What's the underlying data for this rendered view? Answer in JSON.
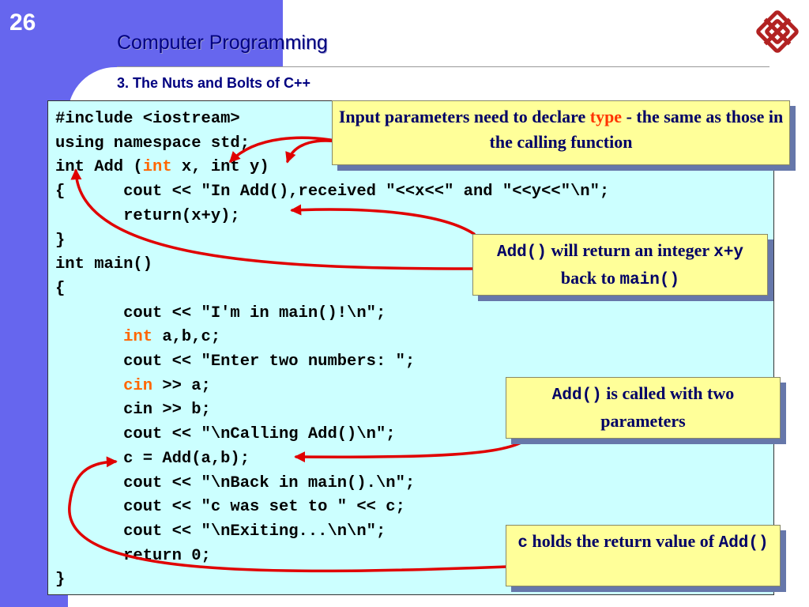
{
  "slide": {
    "number": "26",
    "title": "Computer Programming",
    "subtitle": "3. The Nuts and Bolts of C++"
  },
  "colors": {
    "accent_blue": "#6666ee",
    "code_background": "#ccffff",
    "callout_background": "#ffff99",
    "keyword_orange": "#ff6600",
    "arrow_red": "#e00000",
    "title_navy": "#000080"
  },
  "logo": {
    "icon": "university-logo-icon"
  },
  "code_lines": [
    "#include <iostream>",
    "using namespace std;",
    "int Add (int x, int y)",
    "{      cout << \"In Add(),received \"<<x<<\" and \"<<y<<\"\\n\";",
    "       return(x+y);",
    "}",
    "int main()",
    "{",
    "       cout << \"I'm in main()!\\n\";",
    "       int a,b,c;",
    "       cout << \"Enter two numbers: \";",
    "       cin >> a;",
    "       cin >> b;",
    "       cout << \"\\nCalling Add()\\n\";",
    "       c = Add(a,b);",
    "       cout << \"\\nBack in main().\\n\";",
    "       cout << \"c was set to \" << c;",
    "       cout << \"\\nExiting...\\n\\n\";",
    "       return 0;",
    "}"
  ],
  "code_segments": {
    "line3_a": "int Add (",
    "line3_kw": "int",
    "line3_b": " x, int y)",
    "line10_indent": "       ",
    "line10_kw": "int",
    "line10_rest": " a,b,c;",
    "line12_indent": "       ",
    "line12_kw": "cin",
    "line12_rest": " >> a;"
  },
  "callouts": {
    "params": {
      "text_a": "Input parameters need to declare ",
      "highlight": "type",
      "text_b": " - the same as those in the calling function"
    },
    "return": {
      "code_a": "Add()",
      "text_a": " will return an integer ",
      "code_b": "x+y",
      "text_b": " back to ",
      "code_c": "main()"
    },
    "called": {
      "code_a": "Add()",
      "text_a": " is called with two parameters"
    },
    "holds": {
      "code_a": "c",
      "text_a": " holds the return value of ",
      "code_b": "Add()"
    }
  }
}
